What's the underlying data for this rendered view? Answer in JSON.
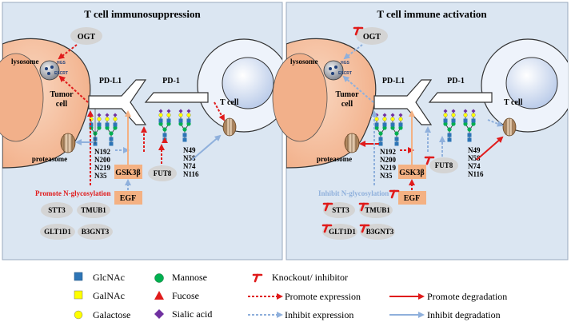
{
  "panels": {
    "left_title": "T cell immunosuppression",
    "right_title": "T cell immune activation"
  },
  "labels": {
    "ogt": "OGT",
    "lysosome": "lysosome",
    "hgs": "HGS",
    "escrt": "ESCRT",
    "tumor_cell_1": "Tumor",
    "tumor_cell_2": "cell",
    "pdl1": "PD-L1",
    "pd1": "PD-1",
    "t_cell": "T cell",
    "proteasome": "proteasome",
    "gsk3b": "GSK3β",
    "egf": "EGF",
    "fut8": "FUT8",
    "pdl1_sites": [
      "N192",
      "N200",
      "N219",
      "N35"
    ],
    "pd1_sites": [
      "N49",
      "N58",
      "N74",
      "N116"
    ],
    "stt3": "STT3",
    "tmub1": "TMUB1",
    "glt1d1": "GLT1D1",
    "b3gnt3": "B3GNT3",
    "promote_glyco": "Promote N-glycosylation",
    "inhibit_glyco": "Inhibit N-glycosylation"
  },
  "legend": {
    "glcnac": "GlcNAc",
    "galnac": "GalNAc",
    "galactose": "Galactose",
    "mannose": "Mannose",
    "fucose": "Fucose",
    "sialic": "Sialic acid",
    "knockout": "Knockout/ inhibitor",
    "promote_expr": "Promote expression",
    "inhibit_expr": "Inhibit expression",
    "promote_deg": "Promote degradation",
    "inhibit_deg": "Inhibit degradation"
  },
  "colors": {
    "panel_bg": "#dbe6f2",
    "panel_border": "#9aa9bd",
    "cell_fill": "#f6c4a4",
    "enzyme_fill": "#d4d4d4",
    "orange_box": "#f4b183",
    "red": "#e01b1b",
    "blue": "#8fb0dc",
    "glcnac": "#2e75b6",
    "galnac": "#ffff00",
    "galactose": "#ffff00",
    "mannose": "#00b050",
    "fucose": "#e01b1b",
    "sialic": "#7030a0"
  }
}
